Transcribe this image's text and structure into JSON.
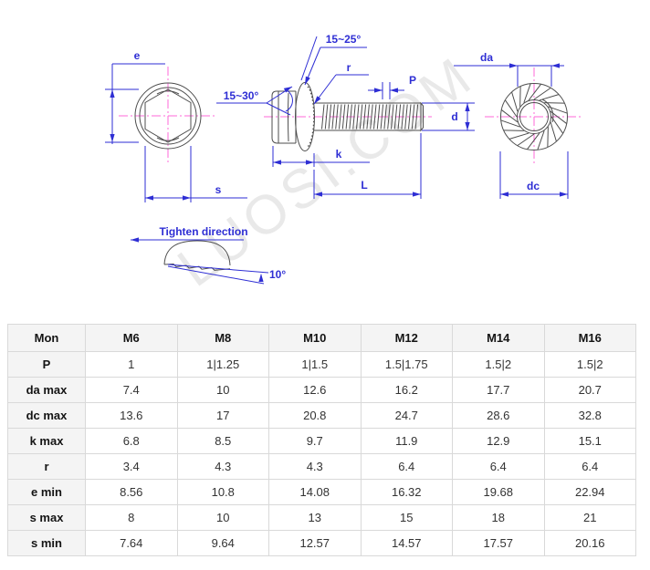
{
  "drawing": {
    "watermark": "LUOSI.COM",
    "labels": {
      "e": "e",
      "s": "s",
      "head_angle": "15~30°",
      "flange_angle": "15~25°",
      "r": "r",
      "p": "P",
      "d": "d",
      "k": "k",
      "l": "L",
      "da": "da",
      "dc": "dc",
      "tighten_direction": "Tighten direction",
      "serration_angle": "10°"
    },
    "colors": {
      "dimension_blue": "#2e2ed4",
      "centerline_magenta": "#ff6ad9",
      "outline_gray": "#4d4d4d",
      "watermark_gray": "#e9e9e9"
    }
  },
  "table": {
    "header": [
      "Mon",
      "M6",
      "M8",
      "M10",
      "M12",
      "M14",
      "M16"
    ],
    "rows": [
      [
        "P",
        "1",
        "1|1.25",
        "1|1.5",
        "1.5|1.75",
        "1.5|2",
        "1.5|2"
      ],
      [
        "da max",
        "7.4",
        "10",
        "12.6",
        "16.2",
        "17.7",
        "20.7"
      ],
      [
        "dc max",
        "13.6",
        "17",
        "20.8",
        "24.7",
        "28.6",
        "32.8"
      ],
      [
        "k max",
        "6.8",
        "8.5",
        "9.7",
        "11.9",
        "12.9",
        "15.1"
      ],
      [
        "r",
        "3.4",
        "4.3",
        "4.3",
        "6.4",
        "6.4",
        "6.4"
      ],
      [
        "e min",
        "8.56",
        "10.8",
        "14.08",
        "16.32",
        "19.68",
        "22.94"
      ],
      [
        "s max",
        "8",
        "10",
        "13",
        "15",
        "18",
        "21"
      ],
      [
        "s min",
        "7.64",
        "9.64",
        "12.57",
        "14.57",
        "17.57",
        "20.16"
      ]
    ]
  },
  "chart_data": {
    "type": "table",
    "title": "Hex flange bolt dimensions",
    "columns": [
      "Mon",
      "M6",
      "M8",
      "M10",
      "M12",
      "M14",
      "M16"
    ],
    "rows": [
      {
        "param": "P",
        "values": [
          "1",
          "1|1.25",
          "1|1.5",
          "1.5|1.75",
          "1.5|2",
          "1.5|2"
        ]
      },
      {
        "param": "da max",
        "values": [
          7.4,
          10,
          12.6,
          16.2,
          17.7,
          20.7
        ]
      },
      {
        "param": "dc max",
        "values": [
          13.6,
          17,
          20.8,
          24.7,
          28.6,
          32.8
        ]
      },
      {
        "param": "k max",
        "values": [
          6.8,
          8.5,
          9.7,
          11.9,
          12.9,
          15.1
        ]
      },
      {
        "param": "r",
        "values": [
          3.4,
          4.3,
          4.3,
          6.4,
          6.4,
          6.4
        ]
      },
      {
        "param": "e min",
        "values": [
          8.56,
          10.8,
          14.08,
          16.32,
          19.68,
          22.94
        ]
      },
      {
        "param": "s max",
        "values": [
          8,
          10,
          13,
          15,
          18,
          21
        ]
      },
      {
        "param": "s min",
        "values": [
          7.64,
          9.64,
          12.57,
          14.57,
          17.57,
          20.16
        ]
      }
    ]
  }
}
